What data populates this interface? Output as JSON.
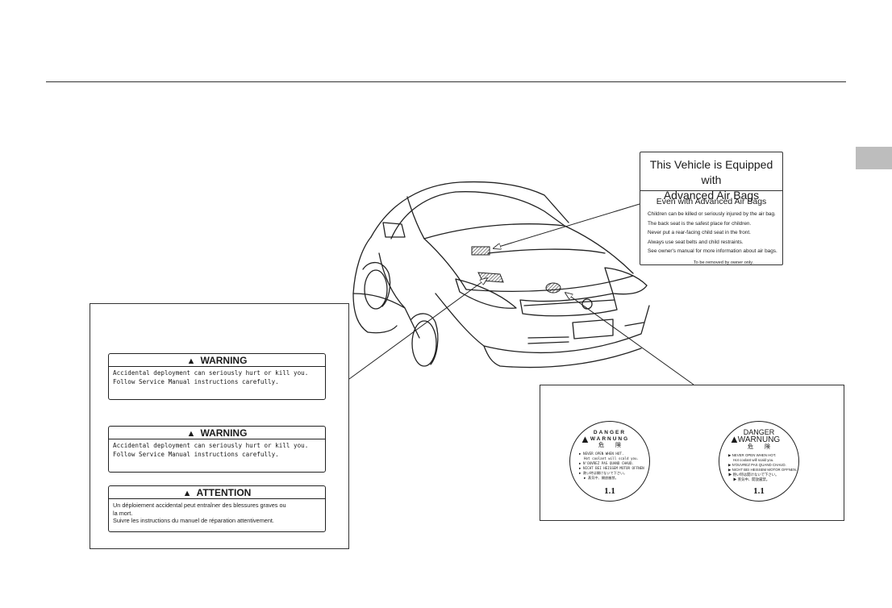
{
  "airbag_label": {
    "title_line1": "This Vehicle is Equipped with",
    "title_line2": "Advanced Air Bags",
    "subtitle": "Even with Advanced Air Bags",
    "items": [
      "Children can be killed or seriously injured by the air bag.",
      "The back seat is the safest place for children.",
      "Never put a rear-facing child seat in the front.",
      "Always use seat belts and child restraints.",
      "See owner's manual for more information about air bags."
    ],
    "footer": "To be removed by owner only."
  },
  "warnings": [
    {
      "heading": "WARNING",
      "line1": "Accidental deployment can seriously hurt or kill you.",
      "line2": "Follow Service Manual instructions carefully."
    },
    {
      "heading": "WARNING",
      "line1": "Accidental deployment can seriously hurt or kill you.",
      "line2": "Follow Service Manual instructions carefully."
    },
    {
      "heading": "ATTENTION",
      "line1": "Un déploiement accidental peut entraîner des blessures graves ou",
      "line2": "la mort.",
      "line3": "Suivre les instructions du manuel de réparation attentivement."
    }
  ],
  "radiator_caps": [
    {
      "line_danger": "DANGER",
      "line_warnung": "WARNUNG",
      "line_kiken": "危　　険",
      "bullets": [
        "▶ NEVER OPEN WHEN HOT.",
        "Hot coolant will scald you.",
        "▶ N'OUVREZ PAS QUAND CHAUD.",
        "▶ NICHT BEI HEISSEM MOTOR OFFNEN",
        "▶ 熱い時は開けないで下さい。",
        "▶ 蒸気中、開放厳禁。"
      ],
      "number": "1.1"
    },
    {
      "line_danger": "DANGER",
      "line_warnung": "WARNUNG",
      "line_kiken": "危　　険",
      "bullets": [
        "▶ NEVER OPEN WHEN HOT.",
        "Hot coolant will scald you.",
        "▶ N'OUVREZ PAS QUAND CHAUD.",
        "▶ NICHT BEI HEISSEM MOTOR OFFNEN.",
        "▶ 熱い時は開けないで下さい。",
        "▶ 蒸気中、開放厳禁。"
      ],
      "number": "1.1"
    }
  ],
  "colors": {
    "line": "#222222",
    "tab": "#bdbdbd",
    "paper": "#ffffff"
  },
  "icons": {
    "warning": "warning-triangle-icon"
  }
}
